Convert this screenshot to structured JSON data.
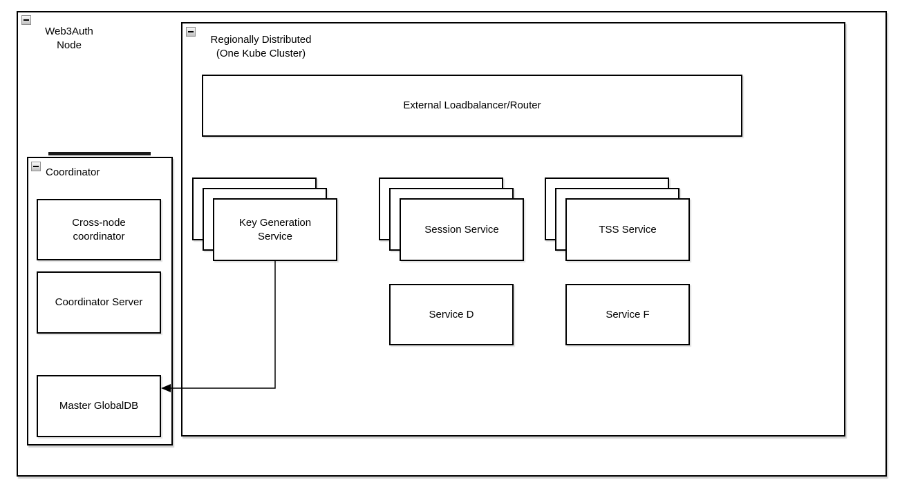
{
  "diagram": {
    "kind": "architecture-diagram",
    "stroke_color": "#000000",
    "fill_color": "#ffffff",
    "containers": {
      "web3auth": {
        "label_line1": "Web3Auth",
        "label_line2": "Node",
        "collapse_icon": "minus-icon"
      },
      "regional": {
        "label_line1": "Regionally Distributed",
        "label_line2": "(One Kube Cluster)",
        "collapse_icon": "minus-icon"
      },
      "coordinator": {
        "label": "Coordinator",
        "collapse_icon": "minus-icon"
      }
    },
    "nodes": {
      "loadbalancer": {
        "label": "External Loadbalancer/Router"
      },
      "key_generation": {
        "label_line1": "Key Generation",
        "label_line2": "Service",
        "stack_count": 3
      },
      "session": {
        "label": "Session Service",
        "stack_count": 3
      },
      "tss": {
        "label": "TSS Service",
        "stack_count": 3
      },
      "service_d": {
        "label": "Service D"
      },
      "service_f": {
        "label": "Service F"
      },
      "cross_node": {
        "label_line1": "Cross-node",
        "label_line2": "coordinator"
      },
      "coordinator_server": {
        "label": "Coordinator Server"
      },
      "master_globaldb": {
        "label": "Master GlobalDB"
      }
    },
    "edges": [
      {
        "name": "key-generation-to-master-globaldb",
        "from": "key_generation",
        "to": "master_globaldb",
        "arrowhead": "left"
      }
    ]
  }
}
